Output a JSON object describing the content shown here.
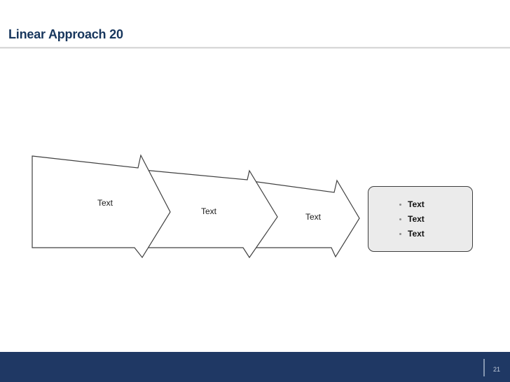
{
  "slide": {
    "title": "Linear Approach 20",
    "page_number": "21"
  },
  "diagram": {
    "arrows": [
      {
        "label": "Text"
      },
      {
        "label": "Text"
      },
      {
        "label": "Text"
      }
    ],
    "box": {
      "bullets": [
        "Text",
        "Text",
        "Text"
      ]
    }
  },
  "colors": {
    "title-text": "#17365d",
    "divider": "#d9d9d9",
    "arrow-stroke": "#404040",
    "arrow-fill": "#ffffff",
    "label-text": "#1a1a1a",
    "box-fill": "#ebebeb",
    "box-stroke": "#3d3d3d",
    "bullet-dot": "#8c8c8c",
    "bullet-text-color": "#111111",
    "footer-bar": "#1f3864",
    "separator": "#8496b0",
    "page-number-text": "#c2cbda"
  }
}
